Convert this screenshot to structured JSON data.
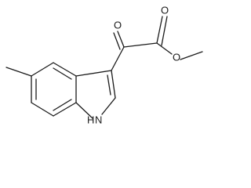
{
  "molecule": {
    "atoms": {
      "O": "O",
      "H": "H",
      "N": "N"
    }
  }
}
